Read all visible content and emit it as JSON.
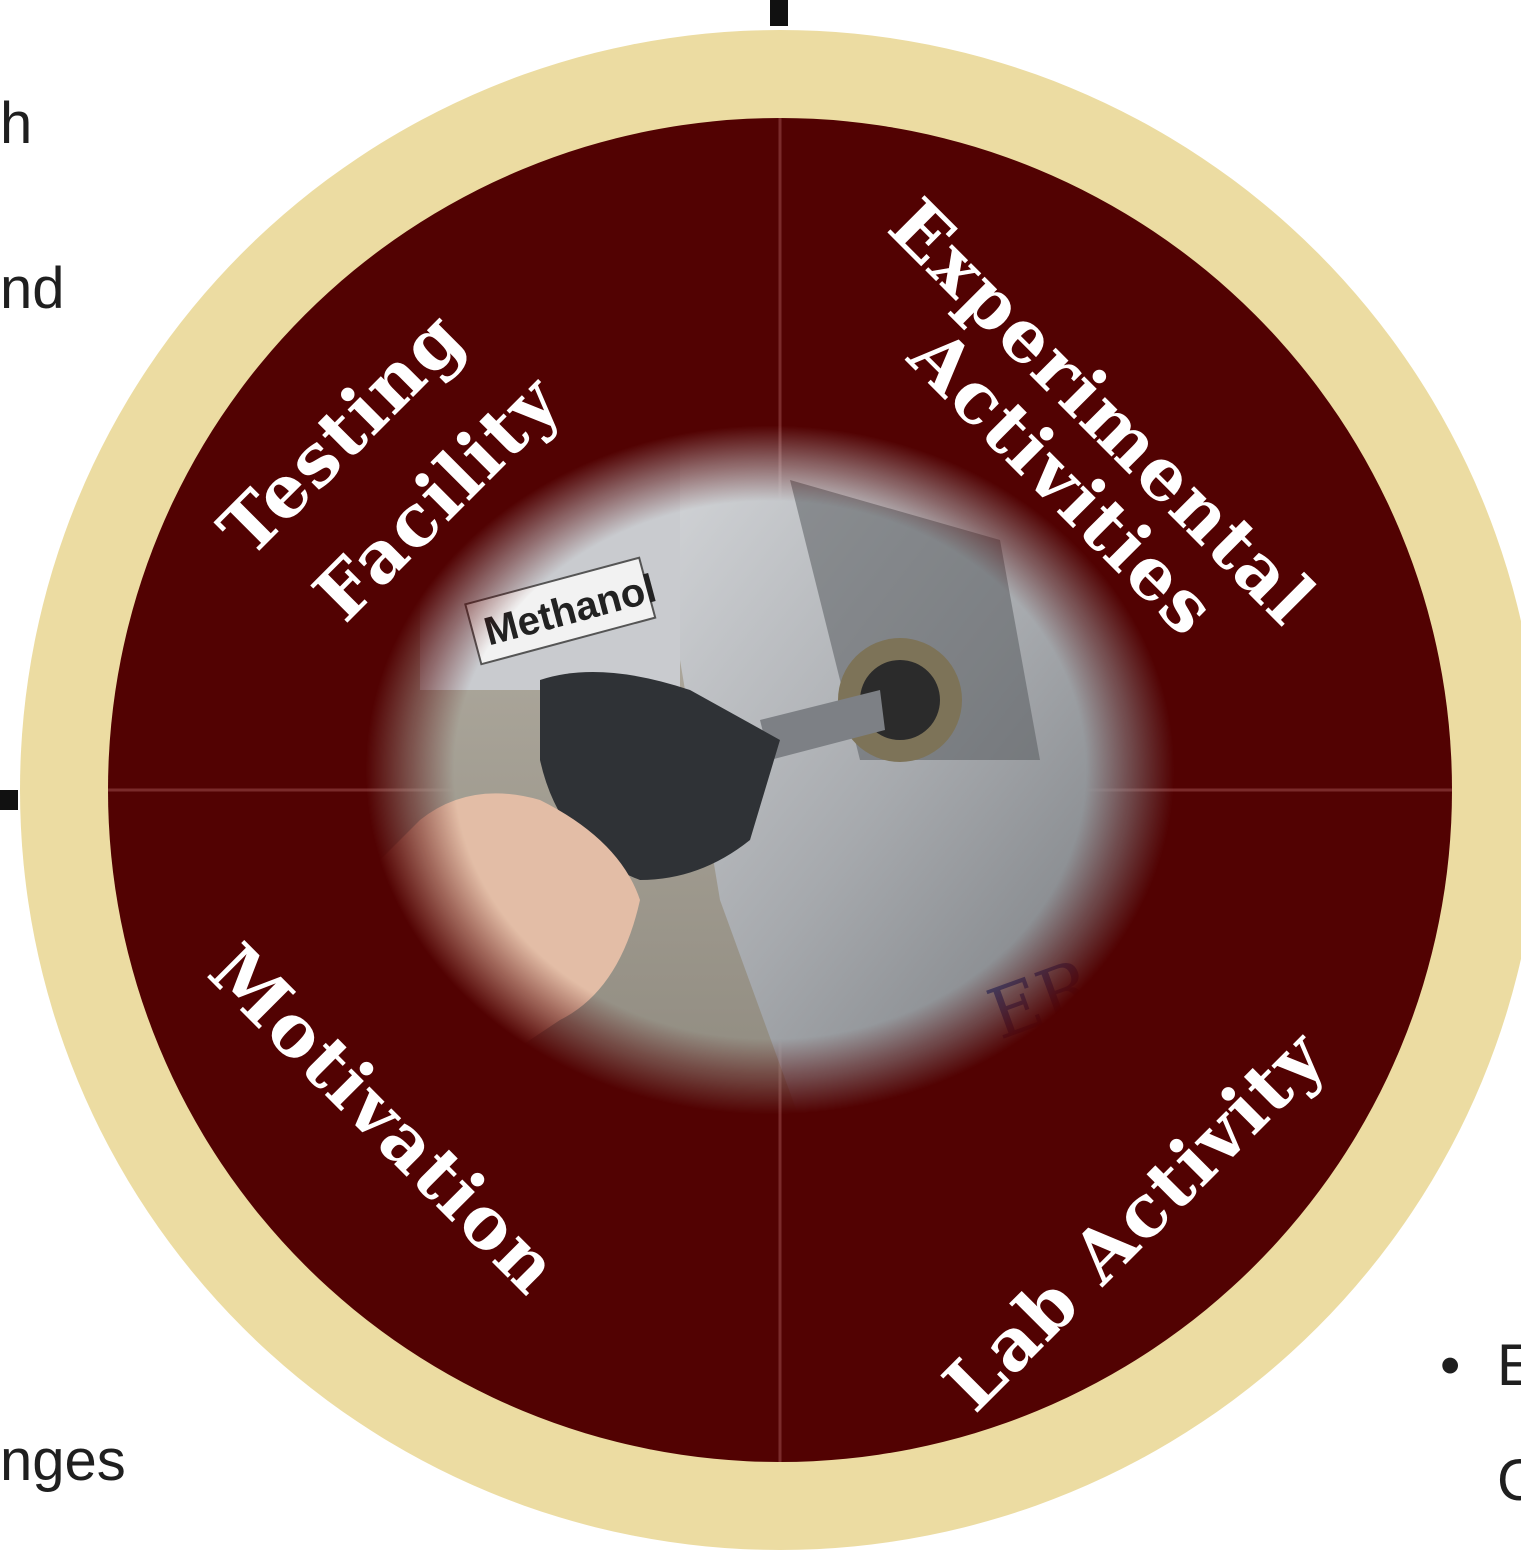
{
  "colors": {
    "background": "#ffffff",
    "outer_ring": "#ecdca2",
    "segment_fill": "#520202",
    "segment_divider": "#7a2a2a",
    "label_text": "#ffffff",
    "slide_text": "#1f1f1f"
  },
  "diagram": {
    "segments": [
      {
        "id": "testing-facility",
        "line1": "Testing",
        "line2": "Facility"
      },
      {
        "id": "experimental-activities",
        "line1": "Experimental",
        "line2": "Activities"
      },
      {
        "id": "lab-activity",
        "line1": "Lab Activity"
      },
      {
        "id": "motivation",
        "line1": "Motivation"
      }
    ],
    "center_image": {
      "description": "methanol-fuel-pump-photo",
      "pump_label": "Methanol",
      "car_text": "ER"
    }
  },
  "background_slide": {
    "left_fragments": [
      "h",
      "nd",
      "nges"
    ],
    "right_fragments": [
      "E",
      "C"
    ],
    "bullet": "•"
  }
}
